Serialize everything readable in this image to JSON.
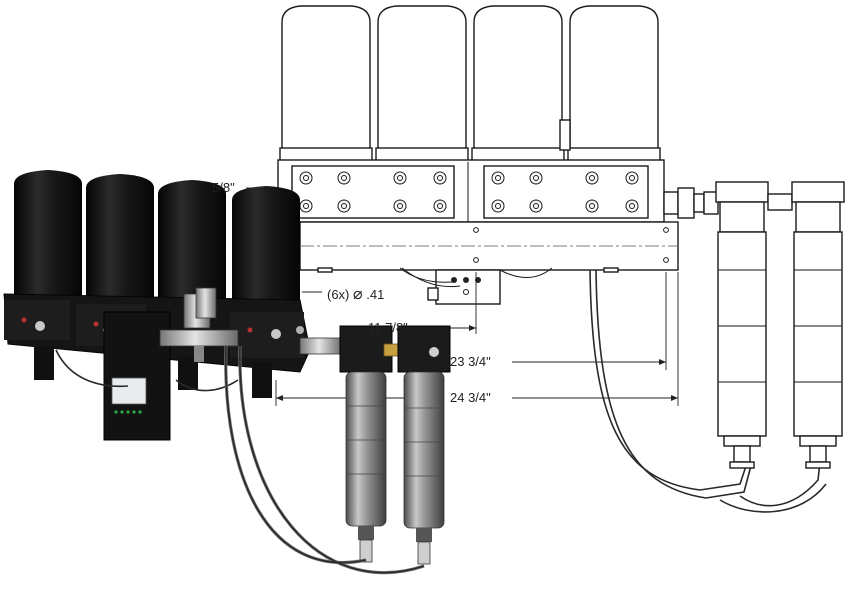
{
  "dimensions": {
    "top_offset": "5/8\"",
    "hole_callout_count": "(6x)",
    "hole_symbol": "⌀",
    "hole_size": ".41",
    "center_width": "11 7/8\"",
    "hole_span": "23 3/4\"",
    "overall_width": "24 3/4\""
  },
  "colors": {
    "outline": "#1a1a1a",
    "canister_black": "#151515",
    "housing_gray": "#8f8f8f",
    "brass": "#c8a040",
    "indicator_green": "#2aa84a"
  }
}
